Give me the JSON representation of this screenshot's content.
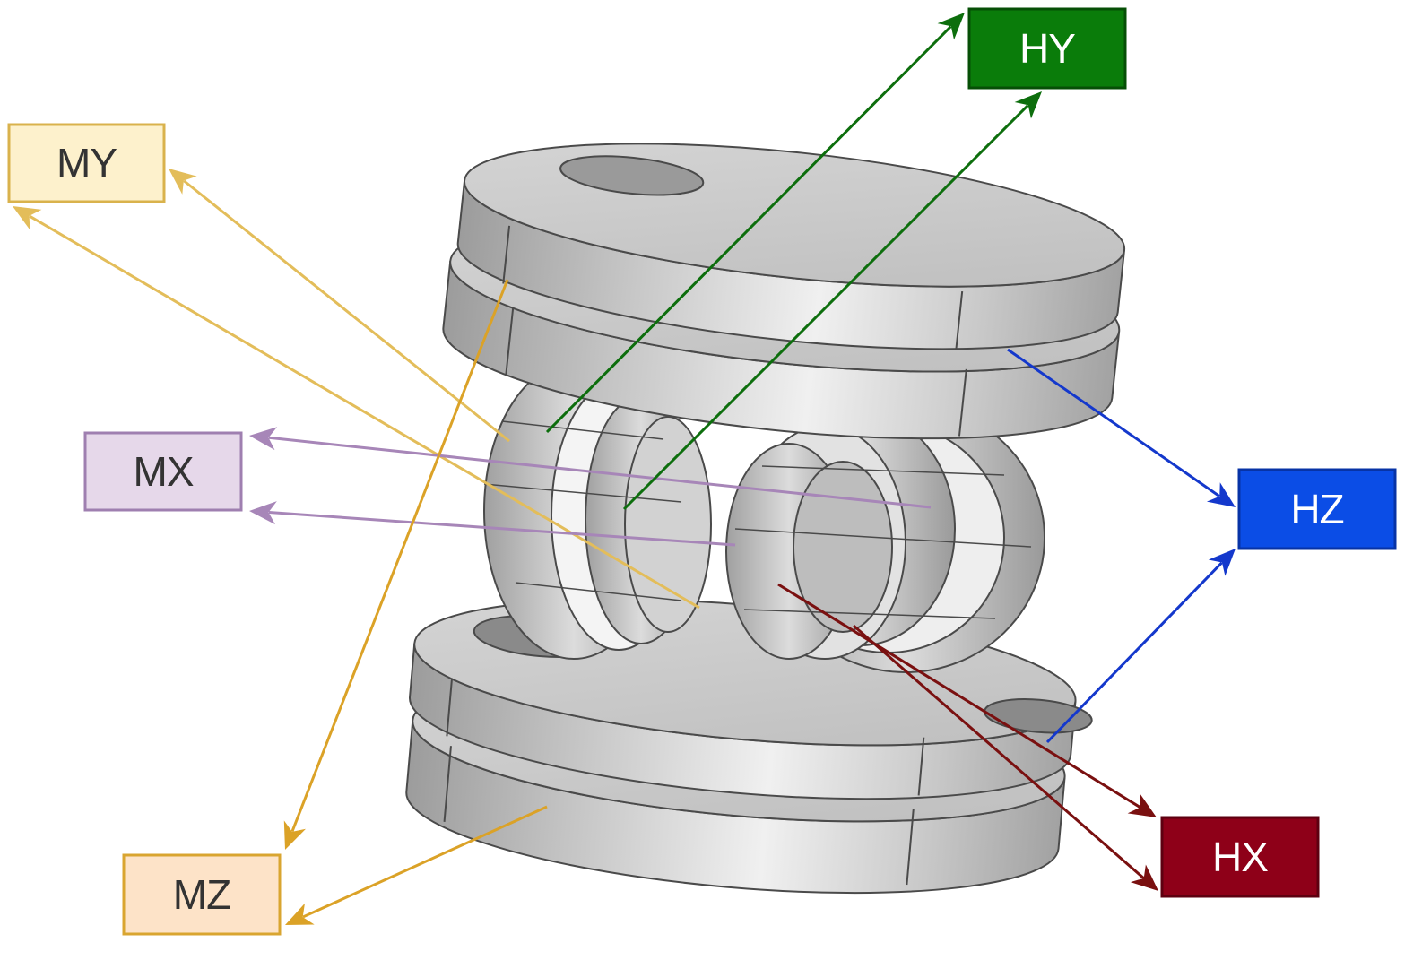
{
  "labels": {
    "my": {
      "text": "MY",
      "fill": "#fdf1cc",
      "stroke": "#d9b24c",
      "color": "#333333"
    },
    "mx": {
      "text": "MX",
      "fill": "#e6d8ea",
      "stroke": "#9f7fb0",
      "color": "#333333"
    },
    "mz": {
      "text": "MZ",
      "fill": "#fde3c8",
      "stroke": "#d9a530",
      "color": "#333333"
    },
    "hy": {
      "text": "HY",
      "fill": "#0a7c0a",
      "stroke": "#064f06",
      "color": "#ffffff"
    },
    "hz": {
      "text": "HZ",
      "fill": "#0b4de6",
      "stroke": "#0733a6",
      "color": "#ffffff"
    },
    "hx": {
      "text": "HX",
      "fill": "#8e0018",
      "stroke": "#5e0010",
      "color": "#ffffff"
    }
  },
  "colors": {
    "my_arrow": "#e3bd5a",
    "mx_arrow": "#a786b8",
    "mz_arrow": "#dba227",
    "hy_arrow": "#0d6e0d",
    "hz_arrow": "#1438cc",
    "hx_arrow": "#7a1010",
    "metal_dark": "#9a9a9a",
    "metal_light": "#efefef",
    "edge": "#4a4a4a"
  },
  "icons": {
    "model": "coil-assembly-3d-icon"
  }
}
